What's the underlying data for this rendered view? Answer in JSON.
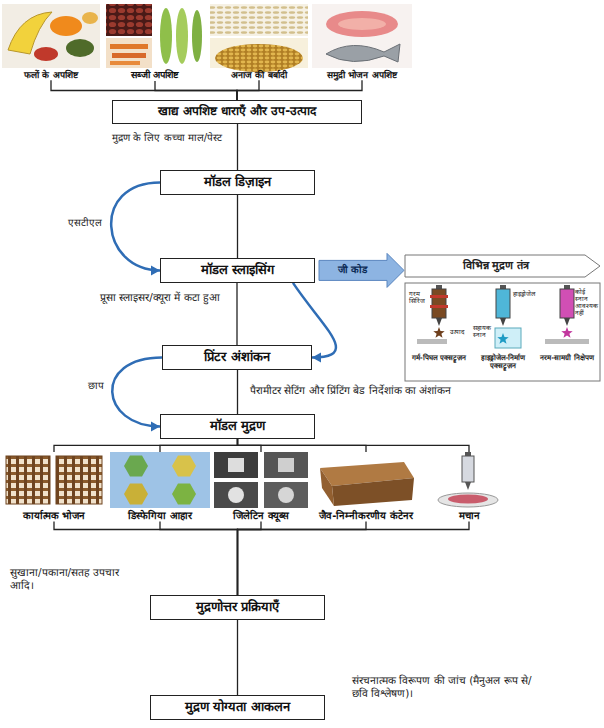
{
  "diagram": {
    "nodes": [
      {
        "text": [
          "फलों के अपशिष्ट"
        ]
      },
      {
        "text": [
          "सब्जी अपशिष्ट"
        ]
      },
      {
        "text": [
          "अनाज की बर्बादी"
        ]
      },
      {
        "text": [
          "समुद्री भोजन अपशिष्ट"
        ]
      },
      {
        "text": [
          "खाद्य अपशिष्ट धाराएँ और उप-उत्पाद"
        ]
      },
      {
        "text": [
          "मॉडल डिज़ाइन"
        ]
      },
      {
        "text": [
          "मॉडल स्लाइसिंग"
        ]
      },
      {
        "text": [
          "विभिन्न मुद्रण तंत्र"
        ]
      },
      {
        "text": [
          "गरम सिरिंज",
          "उत्पाद",
          "गर्म-पिघल एक्सट्रूज़न"
        ],
        "in": 7
      },
      {
        "text": [
          "सहायक स्नान",
          "हाइड्रोजेल",
          "हाइड्रोजेल-निर्माण एक्सट्रूज़न"
        ],
        "in": 7
      },
      {
        "text": [
          "कोई स्नान आवश्यक नहीं",
          "नरम-सामग्री निक्षेपण"
        ],
        "in": 7
      },
      {
        "text": [
          "प्रिंटर अंशांकन"
        ]
      },
      {
        "text": [
          "मॉडल मुद्रण"
        ]
      },
      {
        "text": [
          "कार्यात्मक भोजन"
        ]
      },
      {
        "text": [
          "डिस्फेगिया आहार"
        ]
      },
      {
        "text": [
          "जिलेटिन क्यूब्स"
        ]
      },
      {
        "text": [
          "जैव-निम्नीकरणीय कंटेनर"
        ]
      },
      {
        "text": [
          "मचान"
        ]
      },
      {
        "text": [
          "मुद्रणोत्तर प्रक्रियाएँ"
        ]
      },
      {
        "text": [
          "मुद्रण योग्यता आकलन"
        ]
      }
    ],
    "edges": [
      {
        "from": 0,
        "to": 4,
        "arrow": "none"
      },
      {
        "from": 1,
        "to": 4,
        "arrow": "none"
      },
      {
        "from": 2,
        "to": 4,
        "arrow": "none"
      },
      {
        "from": 3,
        "to": 4,
        "arrow": "none"
      },
      {
        "from": 4,
        "to": 5,
        "label": "मुद्रण के लिए कच्चा माल/पेस्ट",
        "arrow": "none"
      },
      {
        "from": 5,
        "to": 6,
        "arrow": "none"
      },
      {
        "from": 5,
        "to": 6,
        "label": "एसटीएल",
        "arrow": "to"
      },
      {
        "from": 6,
        "to": 7,
        "label": "जी कोड",
        "arrow": "to"
      },
      {
        "from": 6,
        "to": 11,
        "label": "प्रूसा स्लाइसर/क्यूरा में कटा हुआ",
        "arrow": "none"
      },
      {
        "from": 6,
        "to": 11,
        "arrow": "to"
      },
      {
        "from": 11,
        "to": 12,
        "label": "पैरामीटर सेटिंग और प्रिंटिंग बेड निर्देशांक का अंशांकन",
        "arrow": "none"
      },
      {
        "from": 11,
        "to": 12,
        "label": "छाप",
        "arrow": "to"
      },
      {
        "from": 12,
        "to": 13,
        "arrow": "none"
      },
      {
        "from": 12,
        "to": 14,
        "arrow": "none"
      },
      {
        "from": 12,
        "to": 15,
        "arrow": "none"
      },
      {
        "from": 12,
        "to": 16,
        "arrow": "none"
      },
      {
        "from": 12,
        "to": 17,
        "arrow": "none"
      },
      {
        "from": 13,
        "to": 18,
        "arrow": "none"
      },
      {
        "from": 14,
        "to": 18,
        "arrow": "none"
      },
      {
        "from": 15,
        "to": 18,
        "arrow": "none"
      },
      {
        "from": 16,
        "to": 18,
        "arrow": "none"
      },
      {
        "from": 17,
        "to": 18,
        "arrow": "none"
      },
      {
        "from": 18,
        "to": 19,
        "arrow": "none"
      }
    ],
    "labels": [
      "सुखाना/पकाना/सतह उपचार आदि।",
      "संरचनात्मक विरूपण की जांच (मैनुअल रूप से/छवि विश्लेषण)।"
    ]
  }
}
